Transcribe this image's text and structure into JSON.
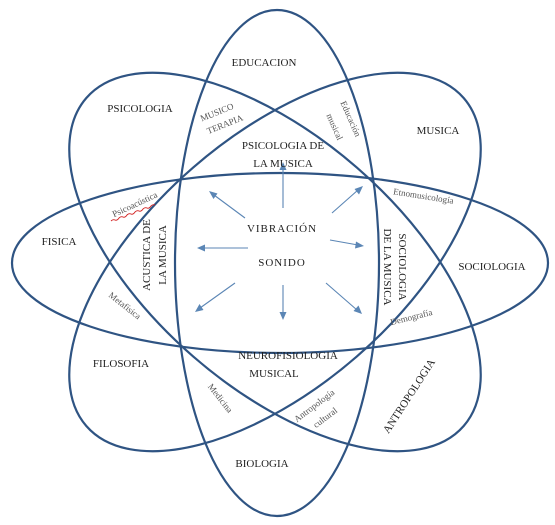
{
  "disciplines": {
    "educacion": "EDUCACION",
    "psicologia": "PSICOLOGIA",
    "musica": "MUSICA",
    "fisica": "FISICA",
    "sociologia": "SOCIOLOGIA",
    "filosofia": "FILOSOFIA",
    "antropologia": "ANTROPOLOGIA",
    "biologia": "BIOLOGIA"
  },
  "intersections": {
    "musicoterapia_1": "MUSICO",
    "musicoterapia_2": "TERAPIA",
    "educacion_musical_1": "Educación",
    "educacion_musical_2": "musical",
    "etnomusicologia": "Etnomusicología",
    "psicoacustica": "Psicoacústica",
    "metafisica": "Metafísica",
    "demografia": "Demografía",
    "medicina": "Medicina",
    "antropologia_cultural_1": "Antropología",
    "antropologia_cultural_2": "cultural"
  },
  "inner": {
    "psicologia_musica_1": "PSICOLOGIA DE",
    "psicologia_musica_2": "LA MUSICA",
    "acustica_musica_1": "ACUSTICA DE",
    "acustica_musica_2": "LA MUSICA",
    "sociologia_musica_1": "SOCIOLOGIA",
    "sociologia_musica_2": "DE LA MUSICA",
    "neurofisiologia_1": "NEUROFISIOLOGIA",
    "neurofisiologia_2": "MUSICAL"
  },
  "center": {
    "vibracion": "VIBRACIÓN",
    "sonido": "SONIDO"
  },
  "colors": {
    "ring": "#2f5483",
    "arrow": "#5b86b5"
  }
}
